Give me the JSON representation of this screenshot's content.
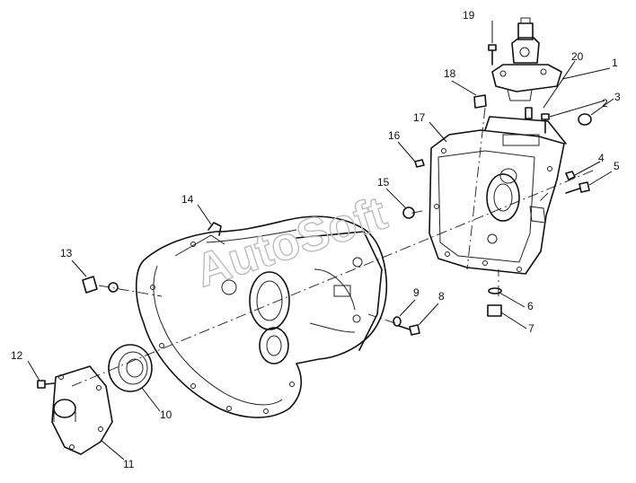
{
  "watermark": "AutoSoft",
  "callouts": [
    {
      "id": "1",
      "label": "1"
    },
    {
      "id": "2",
      "label": "2"
    },
    {
      "id": "3",
      "label": "3"
    },
    {
      "id": "4",
      "label": "4"
    },
    {
      "id": "5",
      "label": "5"
    },
    {
      "id": "6",
      "label": "6"
    },
    {
      "id": "7",
      "label": "7"
    },
    {
      "id": "8",
      "label": "8"
    },
    {
      "id": "9",
      "label": "9"
    },
    {
      "id": "10",
      "label": "10"
    },
    {
      "id": "11",
      "label": "11"
    },
    {
      "id": "12",
      "label": "12"
    },
    {
      "id": "13",
      "label": "13"
    },
    {
      "id": "14",
      "label": "14"
    },
    {
      "id": "15",
      "label": "15"
    },
    {
      "id": "16",
      "label": "16"
    },
    {
      "id": "17",
      "label": "17"
    },
    {
      "id": "18",
      "label": "18"
    },
    {
      "id": "19",
      "label": "19"
    },
    {
      "id": "20",
      "label": "20"
    }
  ]
}
